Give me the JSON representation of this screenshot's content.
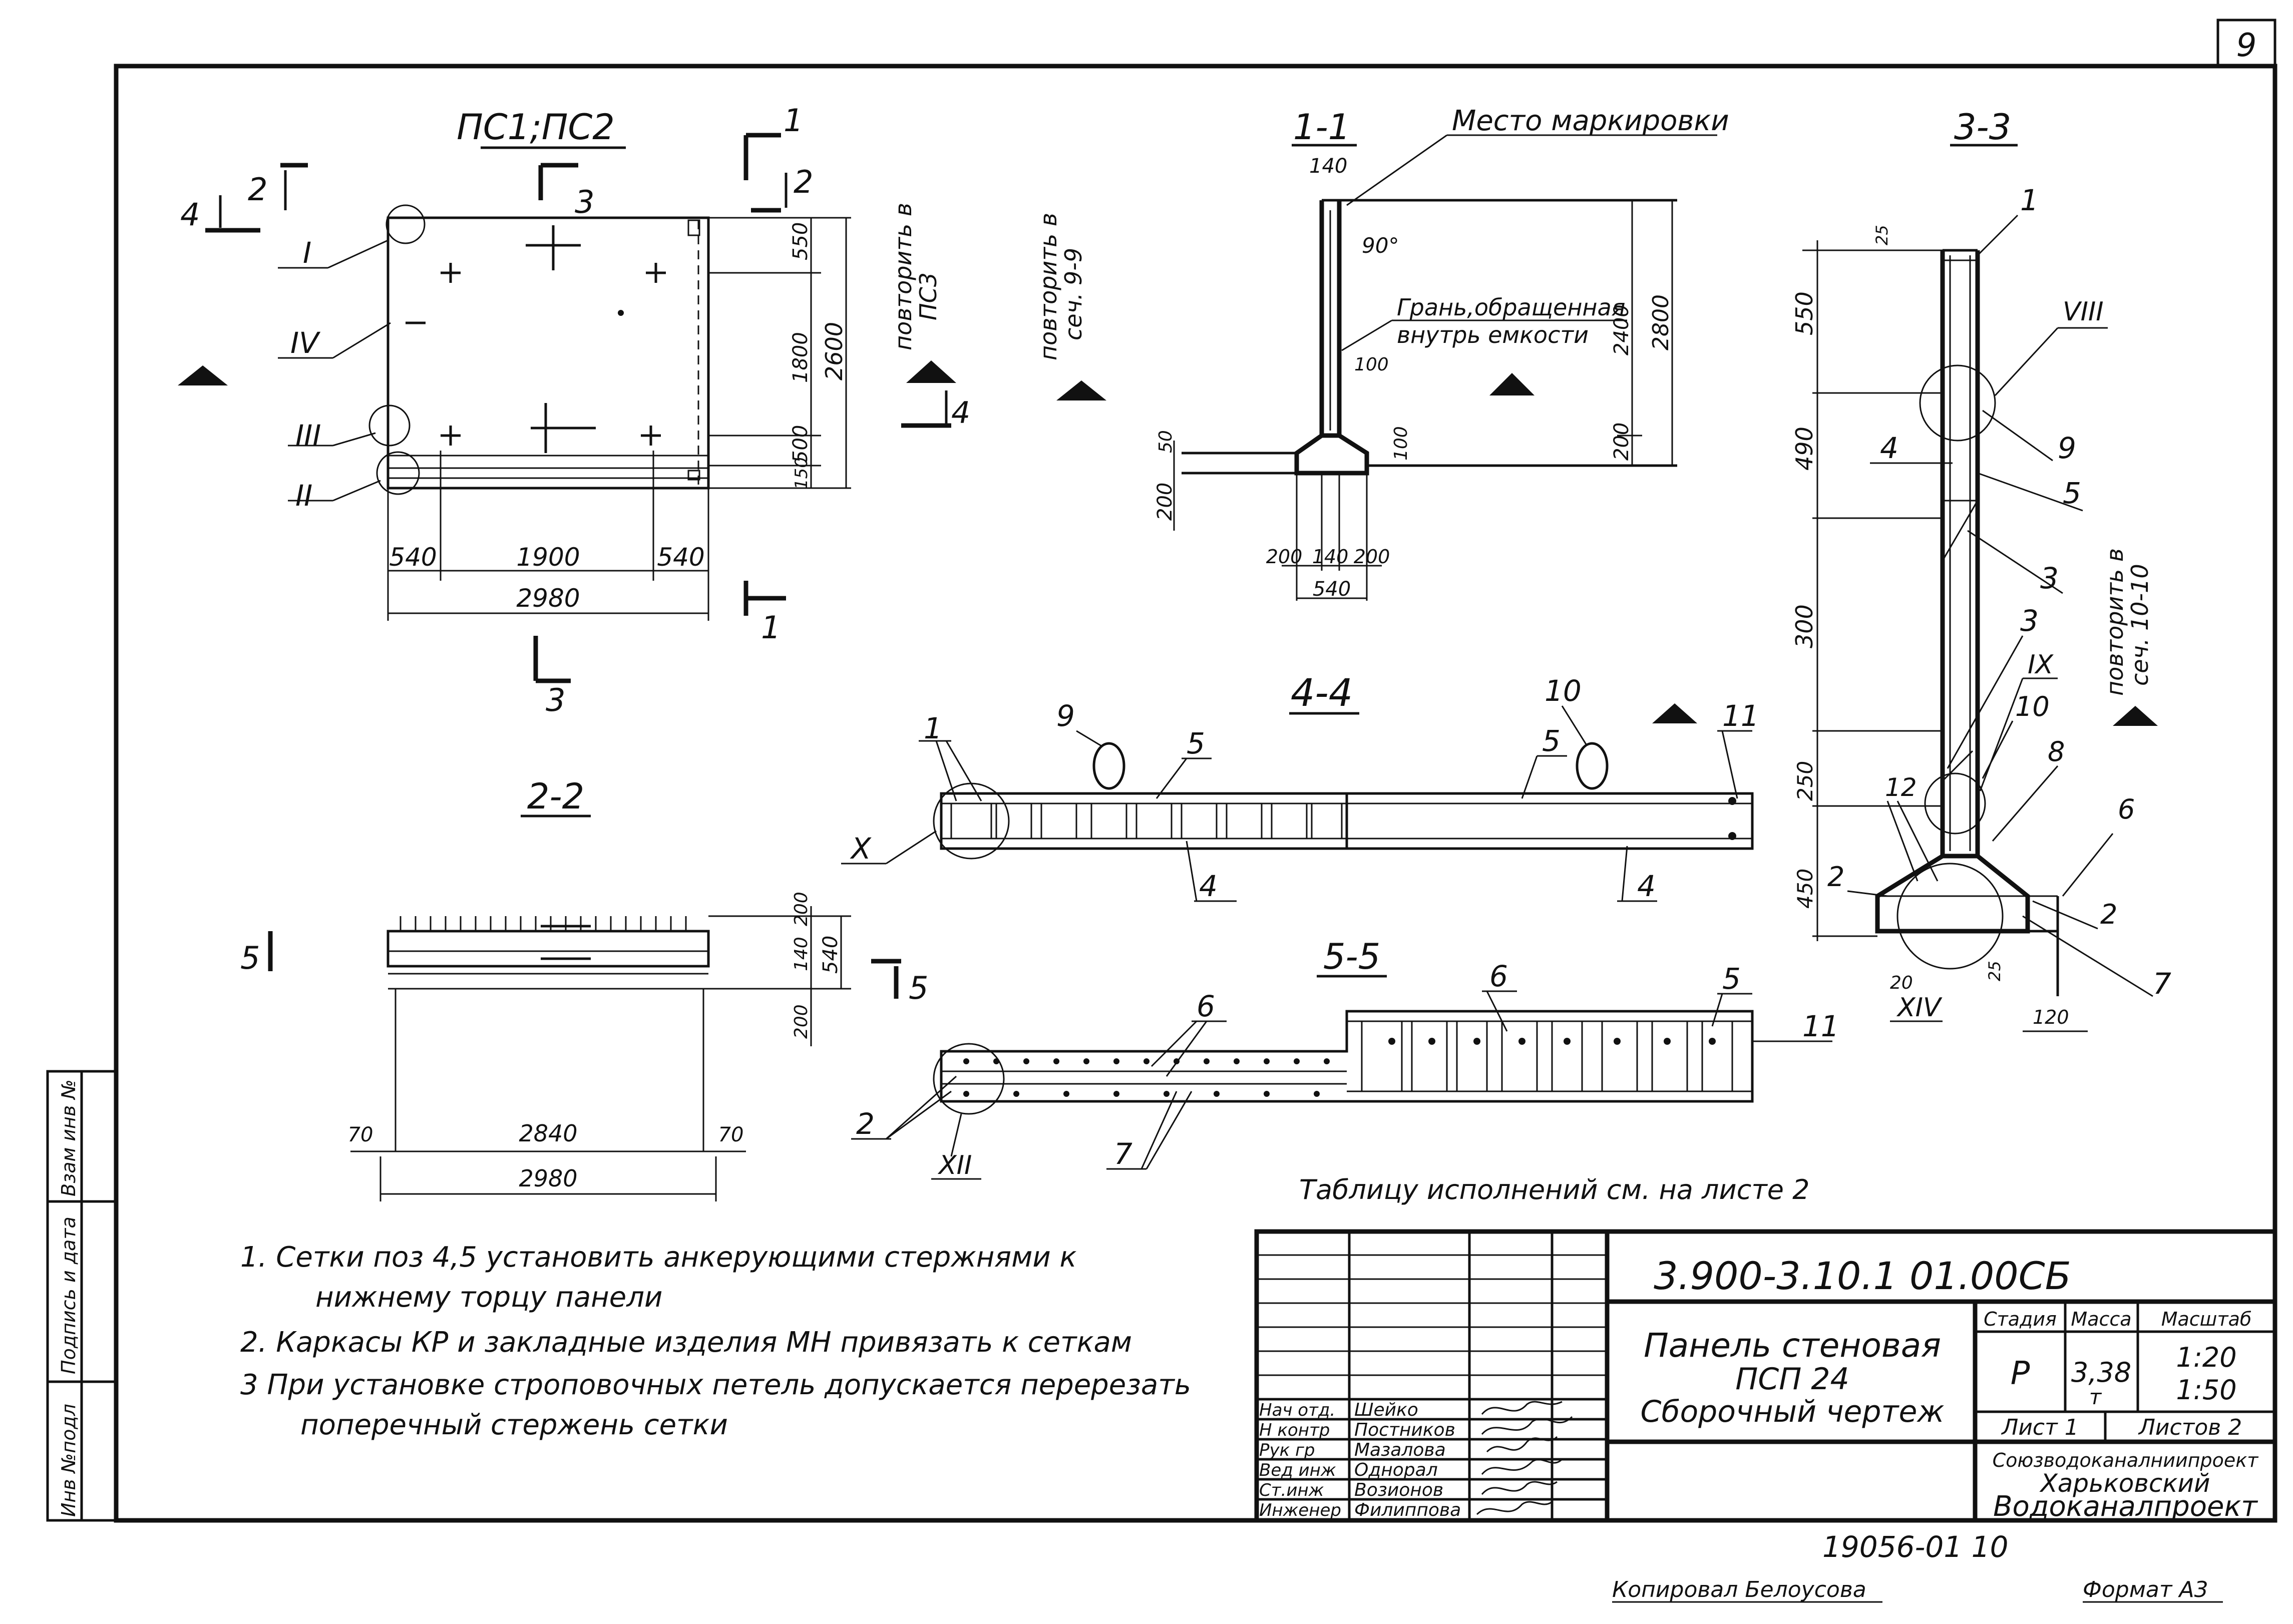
{
  "sheet_number": "9",
  "views": {
    "plan": {
      "title": "ПС1;ПС2",
      "markers": {
        "m1": "1",
        "m2": "2",
        "m3": "3",
        "m4": "4"
      },
      "callouts": [
        "I",
        "IV",
        "III",
        "II"
      ],
      "dims_bottom": [
        "540",
        "1900",
        "540"
      ],
      "dim_total_width": "2980",
      "dims_right": [
        "550",
        "1800",
        "500",
        "150"
      ],
      "dim_total_height": "2600",
      "repeat_note_a": "повторить в",
      "repeat_note_a2": "ПС3",
      "repeat_note_b": "повторить в",
      "repeat_note_b2": "сеч. 9-9",
      "marker_right": "4"
    },
    "section_1_1": {
      "title": "1-1",
      "top_dim": "140",
      "angle": "90°",
      "leader_label": "Место маркировки",
      "face_label_1": "Грань,обращенная",
      "face_label_2": "внутрь емкости",
      "dims_left": [
        "50",
        "200"
      ],
      "dim_mid": "100",
      "dim_mid2": "100",
      "dims_bottom": [
        "200",
        "140",
        "200"
      ],
      "dim_bottom_total": "540",
      "dims_right": [
        "2400",
        "200"
      ],
      "dim_right_total": "2800"
    },
    "section_3_3": {
      "title": "3-3",
      "dims_left": [
        "550",
        "490",
        "300",
        "250",
        "450"
      ],
      "dim_top": "25",
      "dims_bottom": [
        "20",
        "25",
        "120"
      ],
      "positions": [
        "1",
        "4",
        "5",
        "3",
        "3",
        "10",
        "8",
        "12",
        "6",
        "2",
        "2",
        "7",
        "9"
      ],
      "callouts": [
        "VIII",
        "IX",
        "XIV"
      ],
      "repeat_note": "повторить в",
      "repeat_note2": "сеч. 10-10"
    },
    "section_2_2": {
      "title": "2-2",
      "markers": {
        "left": "5",
        "right": "5"
      },
      "dims_right": [
        "200",
        "140",
        "200"
      ],
      "dim_right_total": "540",
      "dims_bottom": [
        "70",
        "2840",
        "70"
      ],
      "dim_total": "2980"
    },
    "section_4_4": {
      "title": "4-4",
      "positions": [
        "1",
        "9",
        "5",
        "10",
        "5",
        "11",
        "4",
        "4"
      ],
      "callout": "X"
    },
    "section_5_5": {
      "title": "5-5",
      "positions": [
        "6",
        "5",
        "6",
        "11",
        "2",
        "7"
      ],
      "callout": "XII"
    }
  },
  "table_note": "Таблицу исполнений см. на листе 2",
  "notes": [
    "1. Сетки поз 4,5 установить анкерующими стержнями к",
    "нижнему торцу панели",
    "2. Каркасы КР и закладные изделия МН привязать к сеткам",
    "3 При установке строповочных петель допускается перерезать",
    "поперечный стержень сетки"
  ],
  "side_stamp": [
    "Инв №подл",
    "Подпись и дата",
    "Взам инв №"
  ],
  "title_block": {
    "document_code": "3.900-3.10.1 01.00СБ",
    "name_line1": "Панель стеновая",
    "name_line2": "ПСП 24",
    "name_line3": "Сборочный чертеж",
    "stage_label": "Стадия",
    "mass_label": "Масса",
    "scale_label": "Масштаб",
    "stage": "Р",
    "mass": "3,38",
    "mass_unit": "т",
    "scale1": "1:20",
    "scale2": "1:50",
    "sheet_label": "Лист 1",
    "sheets_label": "Листов 2",
    "org1": "Союзводоканалниипроект",
    "org2": "Харьковский",
    "org3": "Водоканалпроект",
    "roles": [
      {
        "role": "Нач отд.",
        "name": "Шейко"
      },
      {
        "role": "Н контр",
        "name": "Постников"
      },
      {
        "role": "Рук гр",
        "name": "Мазалова"
      },
      {
        "role": "Вед инж",
        "name": "Однорал"
      },
      {
        "role": "Ст.инж",
        "name": "Возионов"
      },
      {
        "role": "Инженер",
        "name": "Филиппова"
      }
    ]
  },
  "footer": {
    "inventory": "19056-01 10",
    "copied": "Копировал Белоусова",
    "format": "Формат А3"
  }
}
